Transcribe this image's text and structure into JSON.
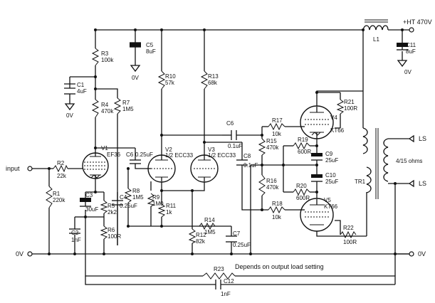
{
  "labels": {
    "supply": "+HT 470V",
    "input": "input",
    "ov_left": "0V",
    "ov_right": "0V",
    "ls_top": "LS",
    "ls_bottom": "LS",
    "ohms": "4/15 ohms",
    "feedback_note": "Depends on output load setting",
    "L1": "L1",
    "TR1": "TR1",
    "C5": "C5",
    "C5v": "8uF",
    "C5g": "0V",
    "C11": "C11",
    "C11v": "8uF",
    "C11g": "0V",
    "R3": "R3",
    "R3v": "100k",
    "C1": "C1",
    "C1v": "4uF",
    "C1g": "0V",
    "R4": "R4",
    "R4v": "470k",
    "R7": "R7",
    "R7v": "1M5",
    "V1": "V1",
    "V1t": "EF36",
    "R2": "R2",
    "R2v": "22k",
    "R1": "R1",
    "R1v": "220k",
    "C3": "C3",
    "C3v": "30uF",
    "R5": "R5",
    "R5v": "2k2",
    "R6": "R6",
    "R6v": "100R",
    "C2": "C2",
    "C2v": "1nF",
    "C4": "C4",
    "C4v": "0.25uF",
    "R8": "R8",
    "R8v": "1M5",
    "R9": "R9",
    "R9v": "1M0",
    "R10": "R10",
    "R10v": "57k",
    "R13": "R13",
    "R13v": "68k",
    "V2": "V2",
    "V2t": "1/2 ECC33",
    "V3": "V3",
    "V3t": "1/2 ECC33",
    "C6a": "C6",
    "C6av": "0.25uF",
    "R11": "R11",
    "R11v": "1k",
    "R12": "R12",
    "R12v": "82k",
    "R14": "R14",
    "R14v": "1M5",
    "C7": "C7",
    "C7v": "0.25uF",
    "C6": "C6",
    "C6v": "0.1uF",
    "C8": "C8",
    "C8v": "0.1uF",
    "R15": "R15",
    "R15v": "470k",
    "R16": "R16",
    "R16v": "470k",
    "R17": "R17",
    "R17v": "10k",
    "R18": "R18",
    "R18v": "10k",
    "R19": "R19",
    "R19v": "600R",
    "R20": "R20",
    "R20v": "600R",
    "C9": "C9",
    "C9v": "25uF",
    "C10": "C10",
    "C10v": "25uF",
    "R21": "R21",
    "R21v": "100R",
    "R22": "R22",
    "R22v": "100R",
    "V4": "V4",
    "V4t": "KT66",
    "V5": "V5",
    "V5t": "KT66",
    "R23": "R23",
    "C12": "C12",
    "C12v": "1nF"
  }
}
